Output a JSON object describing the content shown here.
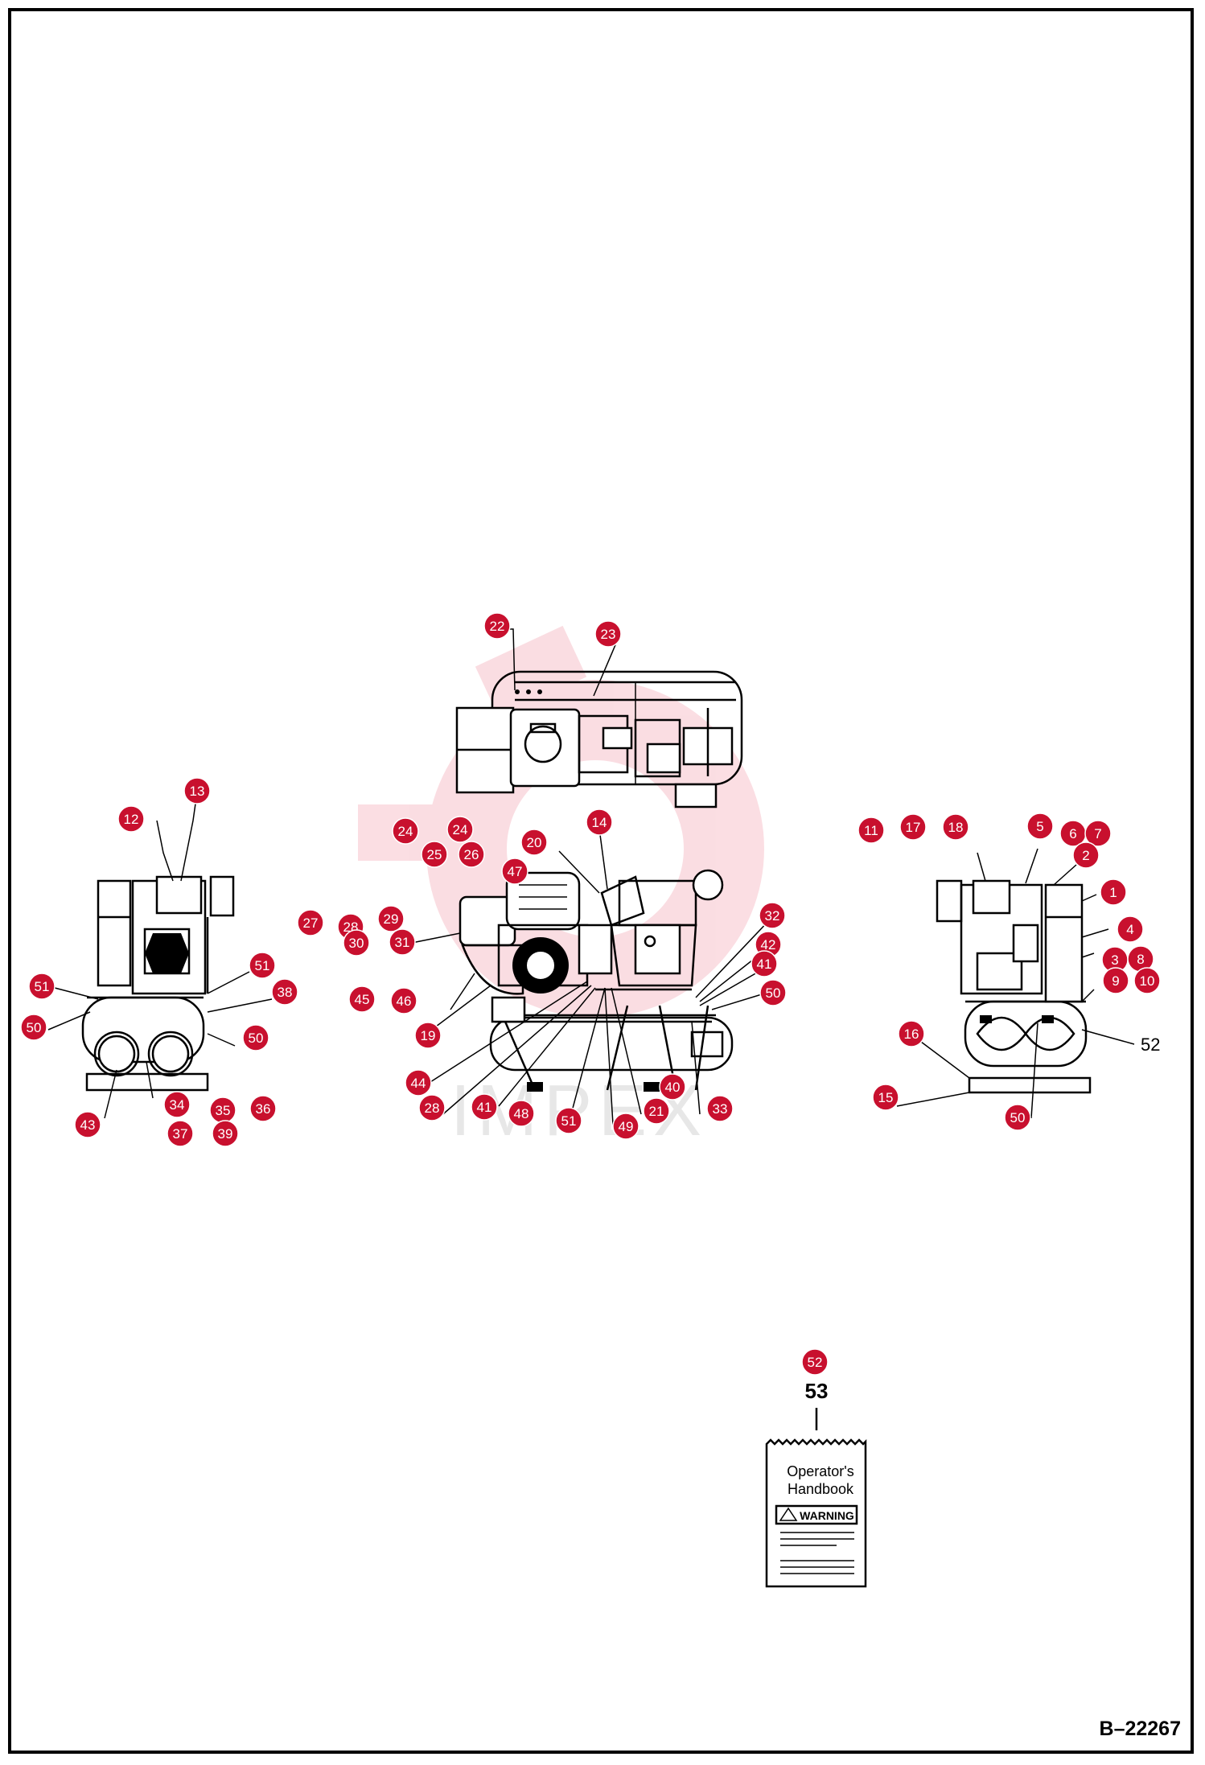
{
  "document": {
    "id": "B–22267",
    "watermark": "IMPEX"
  },
  "handbook": {
    "callout": "52",
    "label_number": "53",
    "title_line1": "Operator's",
    "title_line2": "Handbook",
    "warning": "WARNING"
  },
  "callouts": [
    {
      "n": "22"
    },
    {
      "n": "23"
    },
    {
      "n": "24"
    },
    {
      "n": "24"
    },
    {
      "n": "25"
    },
    {
      "n": "26"
    },
    {
      "n": "47"
    },
    {
      "n": "20"
    },
    {
      "n": "14"
    },
    {
      "n": "27"
    },
    {
      "n": "28"
    },
    {
      "n": "29"
    },
    {
      "n": "30"
    },
    {
      "n": "31"
    },
    {
      "n": "32"
    },
    {
      "n": "42"
    },
    {
      "n": "41"
    },
    {
      "n": "50"
    },
    {
      "n": "45"
    },
    {
      "n": "46"
    },
    {
      "n": "19"
    },
    {
      "n": "44"
    },
    {
      "n": "28"
    },
    {
      "n": "41"
    },
    {
      "n": "48"
    },
    {
      "n": "51"
    },
    {
      "n": "49"
    },
    {
      "n": "21"
    },
    {
      "n": "40"
    },
    {
      "n": "33"
    },
    {
      "n": "12"
    },
    {
      "n": "13"
    },
    {
      "n": "51"
    },
    {
      "n": "51"
    },
    {
      "n": "38"
    },
    {
      "n": "50"
    },
    {
      "n": "50"
    },
    {
      "n": "43"
    },
    {
      "n": "34"
    },
    {
      "n": "35"
    },
    {
      "n": "36"
    },
    {
      "n": "37"
    },
    {
      "n": "39"
    },
    {
      "n": "11"
    },
    {
      "n": "17"
    },
    {
      "n": "18"
    },
    {
      "n": "5"
    },
    {
      "n": "6"
    },
    {
      "n": "7"
    },
    {
      "n": "2"
    },
    {
      "n": "1"
    },
    {
      "n": "4"
    },
    {
      "n": "3"
    },
    {
      "n": "8"
    },
    {
      "n": "9"
    },
    {
      "n": "10"
    },
    {
      "n": "16"
    },
    {
      "n": "15"
    },
    {
      "n": "50"
    }
  ],
  "plain_labels": [
    {
      "n": "52"
    }
  ]
}
